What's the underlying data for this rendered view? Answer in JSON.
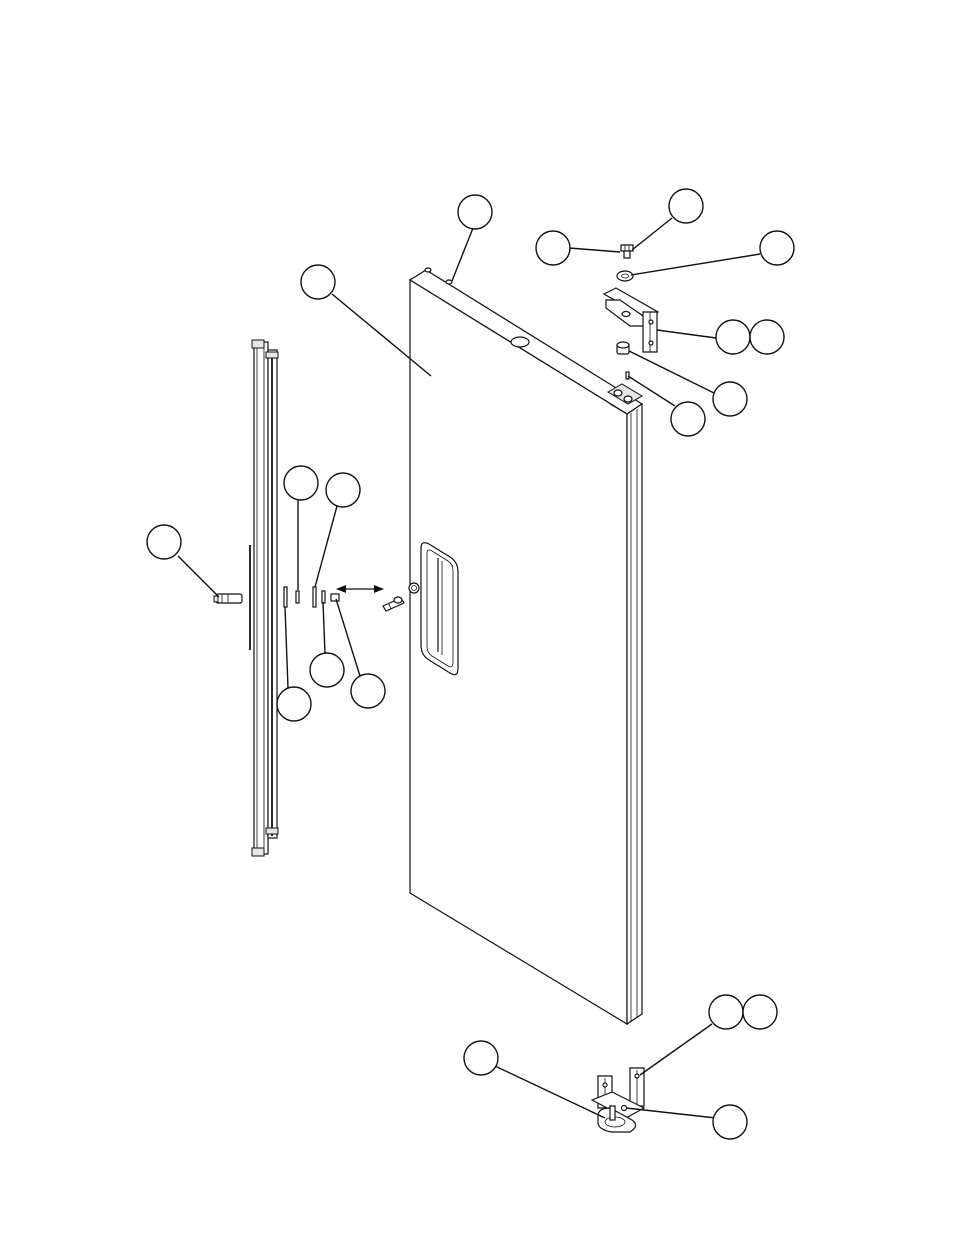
{
  "page": {
    "background": "#ffffff",
    "line_color": "#111111"
  },
  "callouts": [
    {
      "id": "door-panel",
      "label": ""
    },
    {
      "id": "top-pin",
      "label": ""
    },
    {
      "id": "top-bolt",
      "label": ""
    },
    {
      "id": "top-bolt-left",
      "label": ""
    },
    {
      "id": "top-washer",
      "label": ""
    },
    {
      "id": "top-hinge-a",
      "label": ""
    },
    {
      "id": "top-hinge-b",
      "label": ""
    },
    {
      "id": "top-bushing",
      "label": ""
    },
    {
      "id": "top-screw",
      "label": ""
    },
    {
      "id": "gasket-plug",
      "label": ""
    },
    {
      "id": "spacer-a",
      "label": ""
    },
    {
      "id": "spacer-b",
      "label": ""
    },
    {
      "id": "spacer-c",
      "label": ""
    },
    {
      "id": "spacer-d",
      "label": ""
    },
    {
      "id": "cam-pin",
      "label": ""
    },
    {
      "id": "bottom-hinge-a",
      "label": ""
    },
    {
      "id": "bottom-hinge-b",
      "label": ""
    },
    {
      "id": "bottom-hinge-pin",
      "label": ""
    },
    {
      "id": "bottom-hinge-screw",
      "label": ""
    }
  ]
}
